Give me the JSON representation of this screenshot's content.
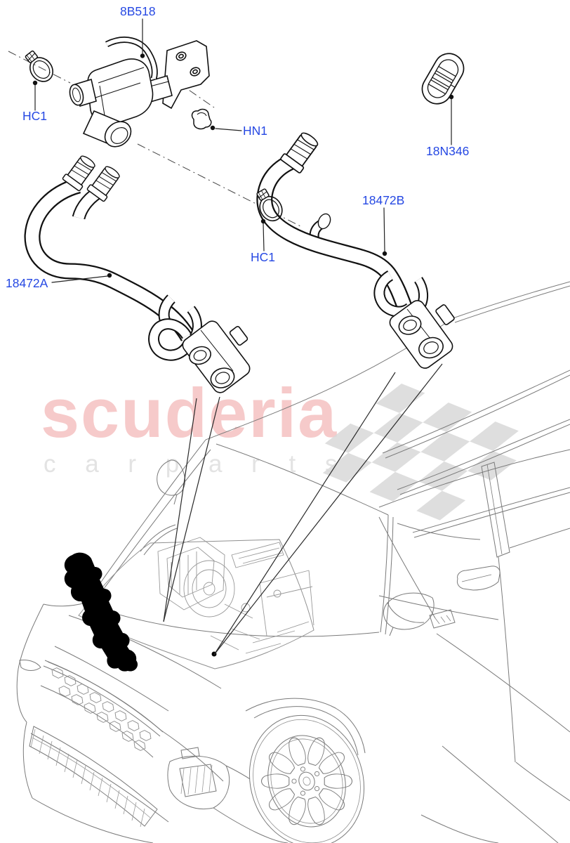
{
  "diagram": {
    "type": "parts-exploded-view",
    "vehicle": "SUV front three-quarter line drawing with engine bay exposed",
    "background": "#ffffff"
  },
  "labels": [
    {
      "text": "8B518"
    },
    {
      "text": "HC1"
    },
    {
      "text": "HN1"
    },
    {
      "text": "18N346"
    },
    {
      "text": "18472A"
    },
    {
      "text": "HC1"
    },
    {
      "text": "18472B"
    }
  ],
  "watermark": {
    "title": "scuderia",
    "subtitle": "c a r p a r t s",
    "title_color": "#f6caca",
    "subtitle_color": "#e3e3e3",
    "flag_color": "#d9d9d9"
  },
  "colors": {
    "label_blue": "#2548e3",
    "leader_line": "#222222",
    "part_line": "#111111",
    "car_line": "#7a7a7a",
    "bay_line": "#999999",
    "highlight_fill": "#000000"
  }
}
